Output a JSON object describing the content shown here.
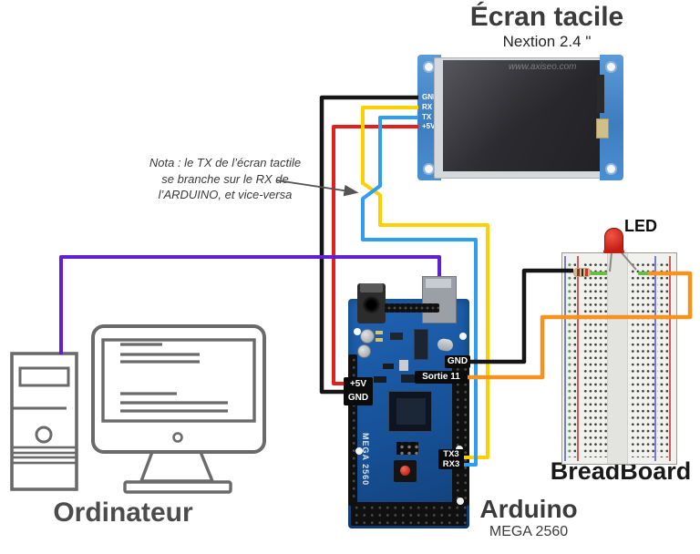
{
  "screen": {
    "title": "Écran tacile",
    "subtitle": "Nextion 2.4 \"",
    "watermark": "www.axiseo.com",
    "pins": [
      "GND",
      "RX",
      "TX",
      "+5V"
    ]
  },
  "note": {
    "lines": [
      "Nota : le TX de l’écran tactile",
      "se branche sur le RX de",
      "l’ARDUINO, et vice-versa"
    ]
  },
  "arduino": {
    "title": "Arduino",
    "subtitle": "MEGA 2560",
    "silkscreen": "MEGA 2560",
    "pin_labels": {
      "gnd": "GND",
      "sortie11": "Sortie 11",
      "p5v": "+5V",
      "gnd2": "GND",
      "tx3": "TX3",
      "rx3": "RX3"
    }
  },
  "breadboard": {
    "title": "BreadBoard",
    "led_label": "LED"
  },
  "computer": {
    "title": "Ordinateur"
  },
  "colors": {
    "wire_black": "#151515",
    "wire_red": "#e51f1b",
    "wire_yellow": "#ffd000",
    "wire_blue": "#2e9df2",
    "wire_purple": "#611fd3",
    "wire_orange": "#f6921e",
    "arrow_gray": "#555555",
    "led_leg_gray": "#8a8a8a"
  }
}
